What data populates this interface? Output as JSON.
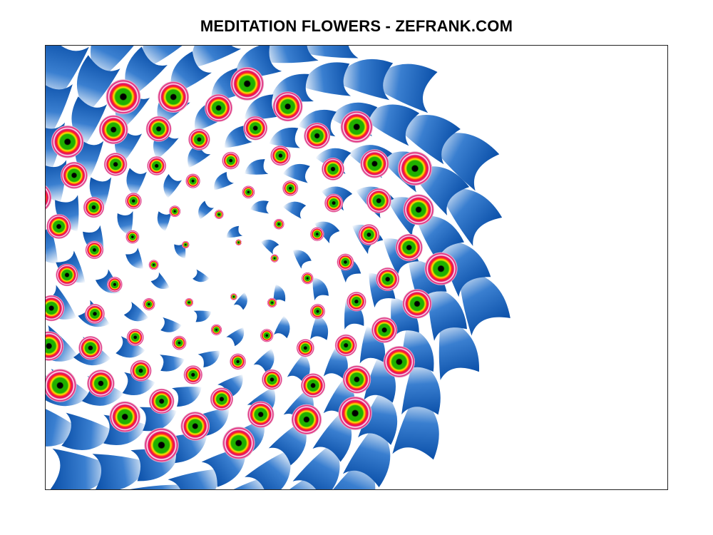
{
  "title": "MEDITATION FLOWERS - ZEFRANK.COM",
  "colors": {
    "background": "#ffffff",
    "petal_dark": "#0a4fa8",
    "petal_mid": "#3a7fd0",
    "petal_light": "#ffffff",
    "dot_outer": "#e8c8d8",
    "dot_ring_magenta": "#e0116f",
    "dot_ring_red": "#ff2020",
    "dot_ring_yellow": "#ffe800",
    "dot_ring_green": "#1fb000",
    "dot_core": "#000000"
  },
  "icons": {
    "flower": "spiral-petal-flower",
    "bud": "concentric-ring-bud"
  }
}
